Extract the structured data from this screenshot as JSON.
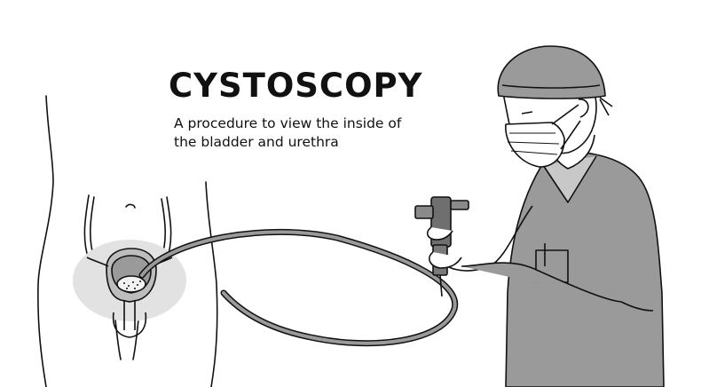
{
  "illustration": {
    "title": "CYSTOSCOPY",
    "subtitle_lines": [
      "A procedure to view the inside of",
      "the bladder and urethra"
    ]
  },
  "colors": {
    "outline": "#111111",
    "fill_gray": "#9a9a9a",
    "highlight_gray": "#e2e2e2",
    "background": "#ffffff"
  }
}
